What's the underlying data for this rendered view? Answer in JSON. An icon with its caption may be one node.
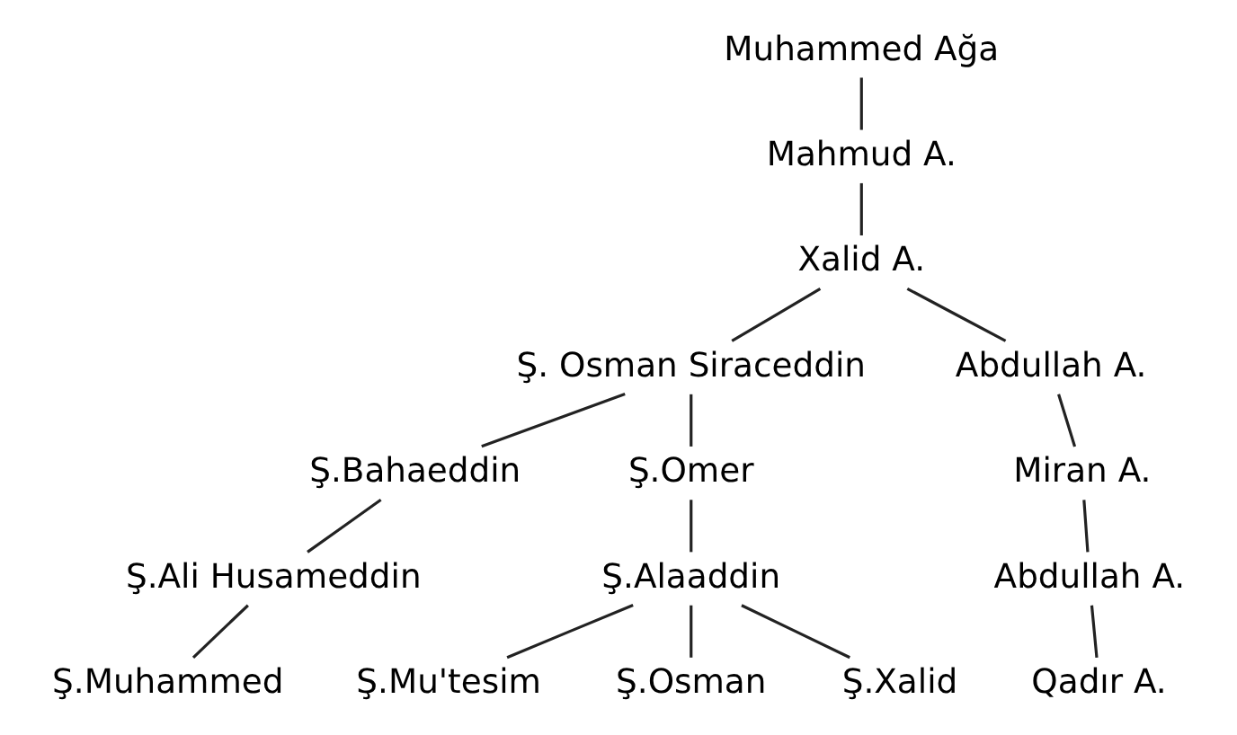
{
  "diagram": {
    "nodes": [
      {
        "text": [
          "Muhammed Ağa"
        ]
      },
      {
        "text": [
          "Mahmud A."
        ]
      },
      {
        "text": [
          "Xalid A."
        ]
      },
      {
        "text": [
          "Ş. Osman Siraceddin"
        ]
      },
      {
        "text": [
          "Abdullah A."
        ]
      },
      {
        "text": [
          "Ş.Bahaeddin"
        ]
      },
      {
        "text": [
          "Ş.Omer"
        ]
      },
      {
        "text": [
          "Miran A."
        ]
      },
      {
        "text": [
          "Ş.Ali Husameddin"
        ]
      },
      {
        "text": [
          "Ş.Alaaddin"
        ]
      },
      {
        "text": [
          "Abdullah A."
        ]
      },
      {
        "text": [
          "Ş.Muhammed"
        ]
      },
      {
        "text": [
          "Ş.Mu'tesim"
        ]
      },
      {
        "text": [
          "Qadır A."
        ]
      },
      {
        "text": [
          "Ş.Osman"
        ]
      },
      {
        "text": [
          "Ş.Xalid"
        ]
      }
    ],
    "edges": [
      {
        "from": 0,
        "to": 1,
        "arrow": "none"
      },
      {
        "from": 1,
        "to": 2,
        "arrow": "none"
      },
      {
        "from": 2,
        "to": 3,
        "arrow": "none"
      },
      {
        "from": 2,
        "to": 4,
        "arrow": "none"
      },
      {
        "from": 3,
        "to": 5,
        "arrow": "none"
      },
      {
        "from": 3,
        "to": 6,
        "arrow": "none"
      },
      {
        "from": 4,
        "to": 7,
        "arrow": "none"
      },
      {
        "from": 5,
        "to": 8,
        "arrow": "none"
      },
      {
        "from": 6,
        "to": 9,
        "arrow": "none"
      },
      {
        "from": 7,
        "to": 10,
        "arrow": "none"
      },
      {
        "from": 8,
        "to": 11,
        "arrow": "none"
      },
      {
        "from": 9,
        "to": 12,
        "arrow": "none"
      },
      {
        "from": 9,
        "to": 14,
        "arrow": "none"
      },
      {
        "from": 9,
        "to": 15,
        "arrow": "none"
      },
      {
        "from": 10,
        "to": 13,
        "arrow": "none"
      }
    ]
  }
}
